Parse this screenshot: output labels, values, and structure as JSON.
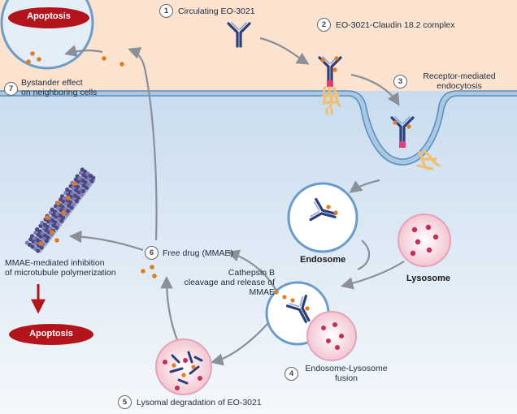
{
  "steps": [
    {
      "num": "1",
      "label": "Circulating EO-3021"
    },
    {
      "num": "2",
      "label": "EO-3021-Claudin 18.2 complex"
    },
    {
      "num": "3",
      "label_line1": "Receptor-mediated",
      "label_line2": "endocytosis"
    },
    {
      "num": "4",
      "label_line1": "Endosome-Lysosome",
      "label_line2": "fusion"
    },
    {
      "num": "5",
      "label": "Lysomal degradation of EO-3021"
    },
    {
      "num": "6",
      "label": "Free drug (MMAE)"
    },
    {
      "num": "7",
      "label_line1": "Bystander effect",
      "label_line2": "on neighboring cells"
    }
  ],
  "labels": {
    "endosome": "Endosome",
    "lysosome": "Lysosome",
    "apoptosis_top": "Apoptosis",
    "apoptosis_bottom": "Apoptosis",
    "cathepsin_line1": "Cathepsin B",
    "cathepsin_line2": "cleavage and release of",
    "cathepsin_line3": "MMAE",
    "mmae_line1": "MMAE-mediated inhibition",
    "mmae_line2": "of microtubule polymerization"
  },
  "colors": {
    "extracellular": "#fbe3cf",
    "intracellular": "#d6e6f5",
    "membrane": "#6b9bc7",
    "antibody": "#2c3e7c",
    "payload": "#e07b22",
    "apoptosis": "#b3151d",
    "lysosome_dots": "#c0305a",
    "receptor": "#f0c070",
    "microtubule": "#5c5894",
    "arrow": "#8a8f98"
  }
}
